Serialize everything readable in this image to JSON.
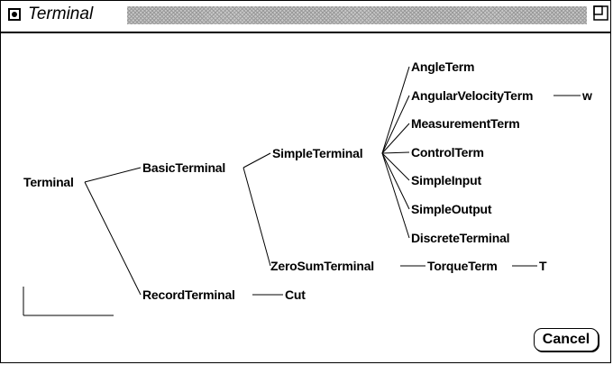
{
  "window": {
    "title": "Terminal"
  },
  "tree": {
    "root": "Terminal",
    "basic": "BasicTerminal",
    "record": "RecordTerminal",
    "cut": "Cut",
    "simple": "SimpleTerminal",
    "zero_sum": "ZeroSumTerminal",
    "torque": "TorqueTerm",
    "t_leaf": "T",
    "simple_children": [
      "AngleTerm",
      "AngularVelocityTerm",
      "MeasurementTerm",
      "ControlTerm",
      "SimpleInput",
      "SimpleOutput",
      "DiscreteTerminal"
    ],
    "w_leaf": "w"
  },
  "buttons": {
    "cancel": "Cancel"
  }
}
